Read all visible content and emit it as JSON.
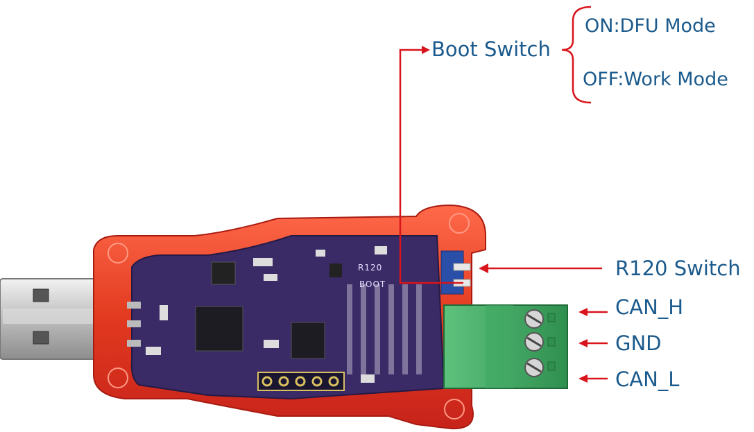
{
  "labels": {
    "boot_switch": "Boot Switch",
    "on_mode": "ON:DFU Mode",
    "off_mode": "OFF:Work Mode",
    "r120_switch": "R120 Switch",
    "can_h": "CAN_H",
    "gnd": "GND",
    "can_l": "CAN_L"
  },
  "board_silkscreen": {
    "r120": "R120",
    "boot": "BOOT"
  },
  "colors": {
    "label_text": "#1b5a8c",
    "arrow": "#d9141b",
    "case": "#e0321e",
    "pcb": "#3a2a66",
    "terminal": "#4caf6a",
    "usb_metal": "#c9c9c9"
  }
}
